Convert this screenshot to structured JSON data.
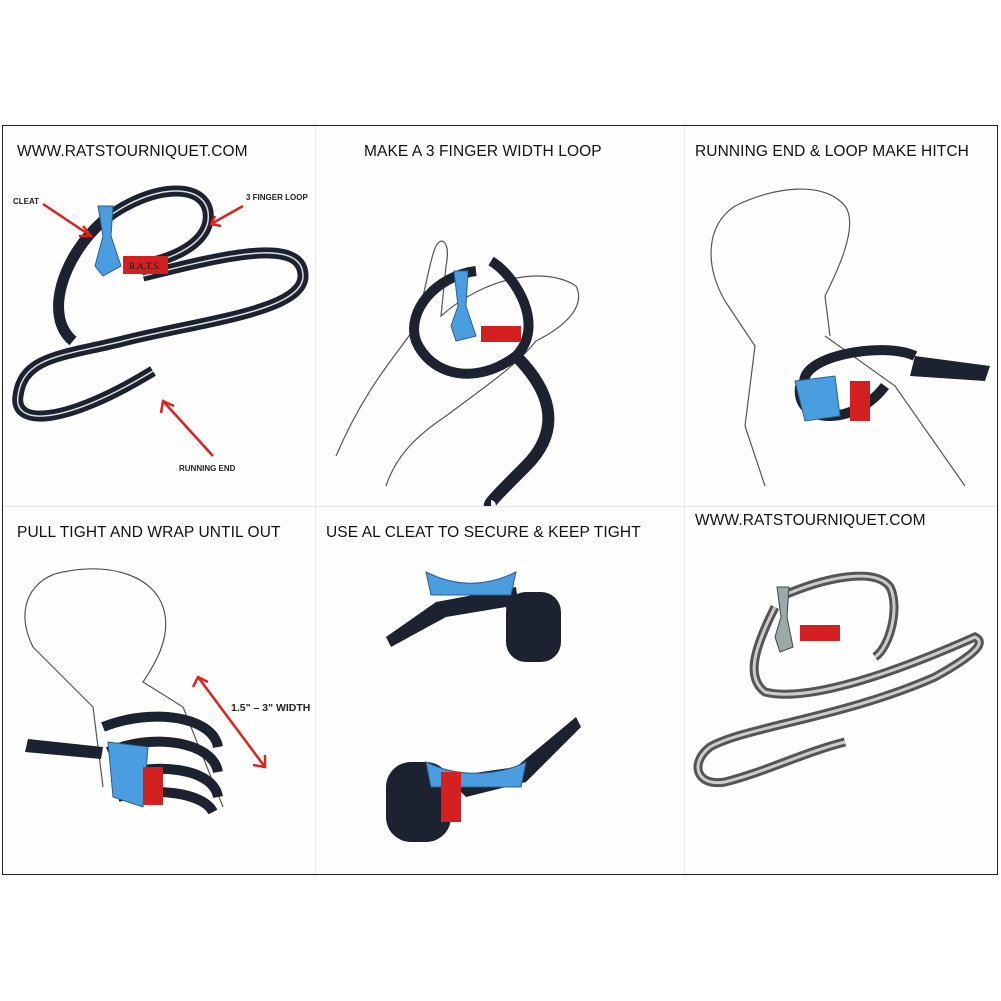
{
  "panels": [
    {
      "title": "WWW.RATSTOURNIQUET.COM",
      "labels": {
        "cleat": "CLEAT",
        "loop": "3 FINGER LOOP",
        "running_end": "RUNNING END"
      }
    },
    {
      "title": "MAKE A 3 FINGER WIDTH LOOP"
    },
    {
      "title": "RUNNING END & LOOP MAKE HITCH"
    },
    {
      "title": "PULL TIGHT AND WRAP UNTIL OUT",
      "labels": {
        "width": "1.5\" – 3\" WIDTH"
      }
    },
    {
      "title": "USE AL CLEAT TO SECURE & KEEP TIGHT"
    },
    {
      "title": "WWW.RATSTOURNIQUET.COM"
    }
  ],
  "tag_text": "R.A.T.S.",
  "colors": {
    "strap": "#1c2230",
    "cleat": "#4a9ee0",
    "tag": "#d42020",
    "arrow": "#e0201c",
    "sketch": "#555555"
  }
}
